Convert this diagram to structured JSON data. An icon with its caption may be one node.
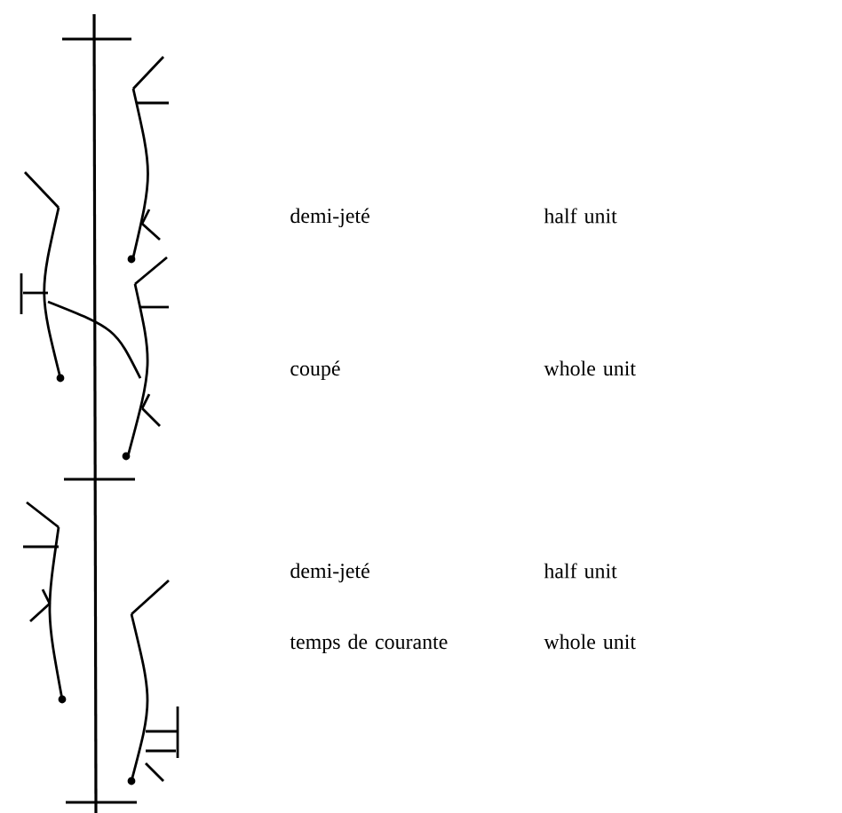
{
  "diagram": {
    "labels": [
      "demi-jeté",
      "half unit",
      "coupé",
      "whole unit",
      "demi-jeté",
      "half unit",
      "temps de courante",
      "whole unit"
    ]
  }
}
